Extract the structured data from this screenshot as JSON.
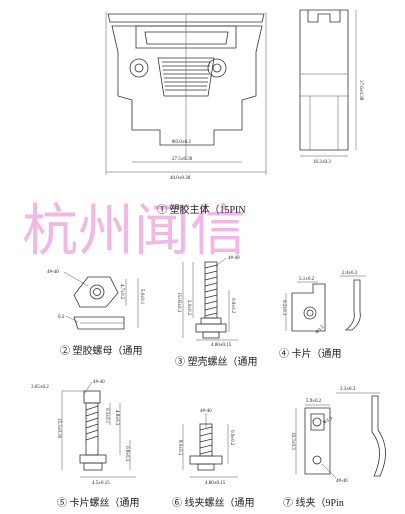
{
  "watermark": "杭州闻信",
  "parts": [
    {
      "caption": "① 塑胶主体（15PIN",
      "dims": {
        "width_inner": "27.5±0.30",
        "width_outer": "40.0±0.38",
        "height": "37.6±0.38",
        "side_width": "16.3±0.3",
        "small": "Φ3.0±0.2"
      }
    },
    {
      "caption": "② 塑胶螺母（通用",
      "dims": {
        "thread": "4#-40",
        "w": "4.7±0.2",
        "h": "5.0±0.1",
        "offset": "0.2"
      }
    },
    {
      "caption": "③ 塑壳螺丝（通用",
      "dims": {
        "thread": "4#-40",
        "len": "15.05±0.3",
        "d1": "2.0±0.2",
        "d2": "0.9±0.2",
        "base": "4.80±0.15"
      }
    },
    {
      "caption": "④ 卡片（通用",
      "dims": {
        "a": "5.1±0.2",
        "b": "2.4±0.3",
        "h": "9.2±0.3",
        "hole": "Φ3.2"
      }
    },
    {
      "caption": "⑤ 卡片螺丝（通用",
      "dims": {
        "top": "3.05±0.2",
        "thread": "4#-40",
        "len": "15.3±0.30",
        "d1": "0.3±0.1",
        "d2": "4.8±0.3",
        "d3": "0.8±0.3",
        "base": "4.5±0.15"
      }
    },
    {
      "caption": "⑥ 线夹螺丝（通用",
      "dims": {
        "thread": "4#-40",
        "d1": "0.9±0.2",
        "len": "8.0±0.3",
        "base": "4.80±0.15"
      }
    },
    {
      "caption": "⑦ 线夹（9Pin",
      "dims": {
        "top": "2.3±0.3",
        "w": "5.9±0.2",
        "hole": "Φ3.0",
        "h": "16.3±0.3",
        "thread": "4#-40"
      }
    }
  ]
}
